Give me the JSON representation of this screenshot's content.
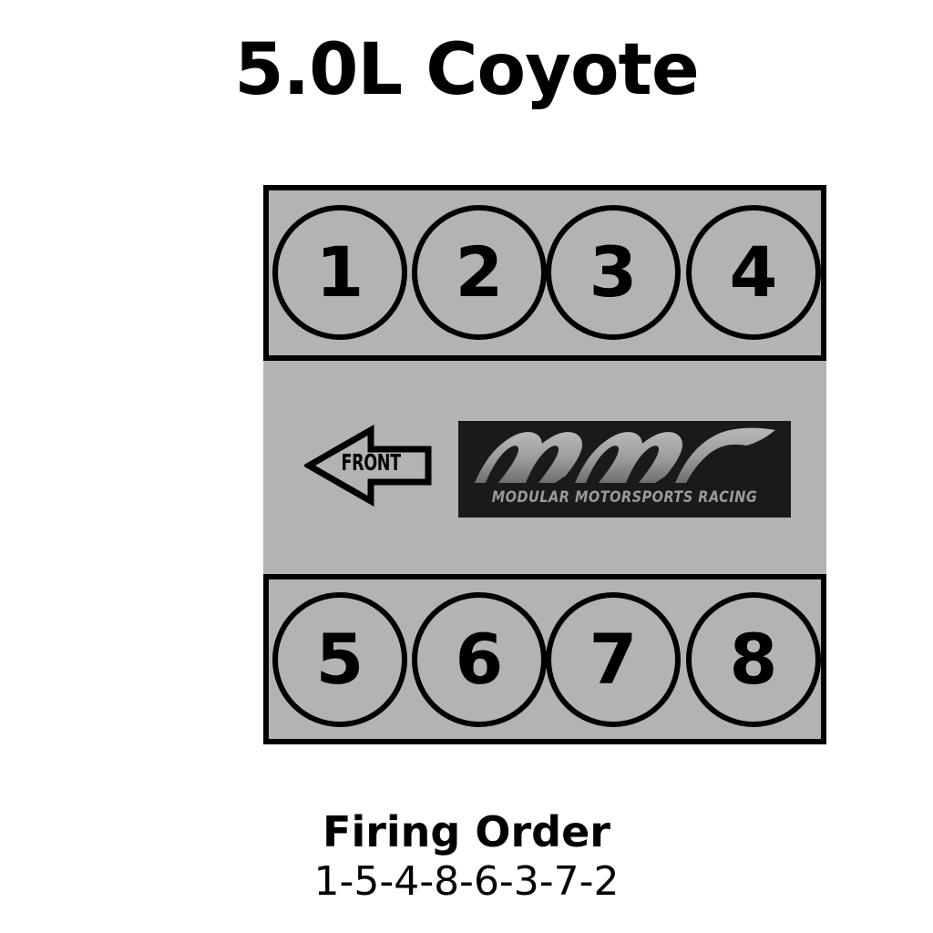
{
  "title": "5.0L Coyote",
  "engine": {
    "block_color": "#b3b3b3",
    "outline_color": "#000000",
    "banks": [
      {
        "name": "top-bank",
        "cylinders": [
          {
            "number": "1"
          },
          {
            "number": "2"
          },
          {
            "number": "3"
          },
          {
            "number": "4"
          }
        ]
      },
      {
        "name": "bottom-bank",
        "cylinders": [
          {
            "number": "5"
          },
          {
            "number": "6"
          },
          {
            "number": "7"
          },
          {
            "number": "8"
          }
        ]
      }
    ],
    "direction_marker": {
      "label": "FRONT",
      "points": "left"
    }
  },
  "logo": {
    "mark": "mmr",
    "tagline": "MODULAR MOTORSPORTS RACING",
    "background_color": "#1a1a1a",
    "mark_color": "#9a9a9a"
  },
  "footer": {
    "heading": "Firing Order",
    "sequence": "1-5-4-8-6-3-7-2"
  }
}
